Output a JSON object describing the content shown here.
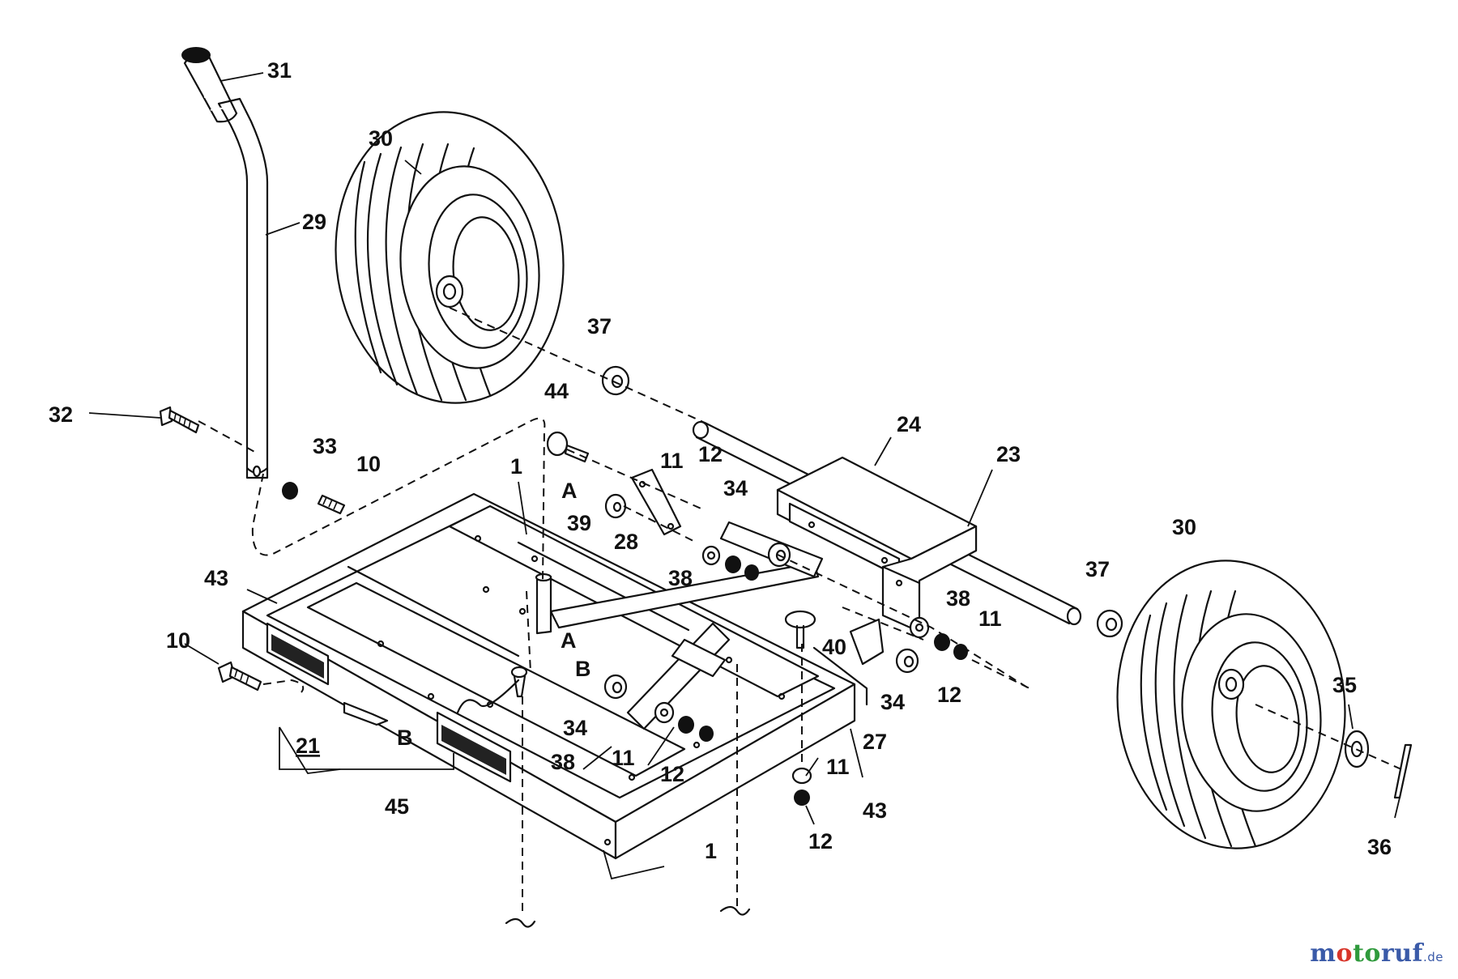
{
  "labels": {
    "p31": "31",
    "p30a": "30",
    "p29": "29",
    "p32": "32",
    "p33": "33",
    "p10a": "10",
    "p37a": "37",
    "p44": "44",
    "p24": "24",
    "p23": "23",
    "p1a": "1",
    "p11a": "11",
    "p12a": "12",
    "p34a": "34",
    "pA1": "A",
    "p39": "39",
    "p28": "28",
    "p38a": "38",
    "p30b": "30",
    "p37b": "37",
    "p43a": "43",
    "p10b": "10",
    "p38b": "38",
    "p11b": "11",
    "p40": "40",
    "pA2": "A",
    "pB1": "B",
    "p34b": "34",
    "p12b": "12",
    "p34c": "34",
    "p21": "21",
    "pB2": "B",
    "p38c": "38",
    "p11c": "11",
    "p12c": "12",
    "p27": "27",
    "p35": "35",
    "p11d": "11",
    "p43b": "43",
    "p45": "45",
    "p12d": "12",
    "p36": "36",
    "p1b": "1"
  },
  "watermark": {
    "part1": "m",
    "part2": "o",
    "part3": "to",
    "part4": "ruf",
    "tld": ".de"
  }
}
